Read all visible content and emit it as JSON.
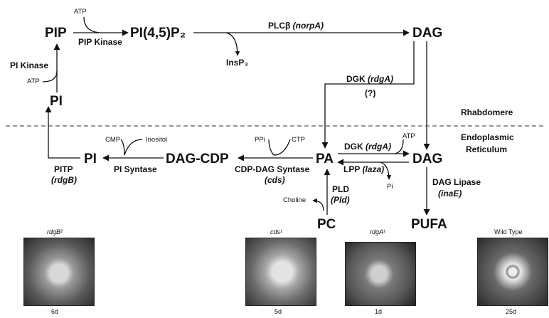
{
  "nodes": {
    "pip": "PIP",
    "pi45p2": "PI(4,5)P₂",
    "dag_top": "DAG",
    "insp3": "InsP₃",
    "pi": "PI",
    "pi_er": "PI",
    "dag_cdp": "DAG-CDP",
    "pa": "PA",
    "dag_er": "DAG",
    "pc": "PC",
    "pufa": "PUFA"
  },
  "labels": {
    "atp1": "ATP",
    "pip_kinase": "PIP Kinase",
    "plcb_name": "PLCβ",
    "plcb_gene": "(norpA)",
    "pi_kinase": "PI Kinase",
    "atp2": "ATP",
    "dgk_top_name": "DGK",
    "dgk_top_gene": "(rdgA)",
    "unknown": "(?)",
    "rhabdomere": "Rhabdomere",
    "er_line1": "Endoplasmic",
    "er_line2": "Reticulum",
    "cmp": "CMP",
    "inositol": "Inositol",
    "ppi": "PPi",
    "ctp": "CTP",
    "atp3": "ATP",
    "dgk_er_name": "DGK",
    "dgk_er_gene": "(rdgA)",
    "pitp_name": "PITP",
    "pitp_gene": "(rdgB)",
    "pi_synthase": "PI Syntase",
    "cdp_dag_synthase": "CDP-DAG Syntase",
    "cds_gene": "(cds)",
    "lpp_name": "LPP",
    "lpp_gene": "(laza)",
    "pi_phosphate": "Pi",
    "dag_lipase": "DAG Lipase",
    "inae_gene": "(inaE)",
    "pld_name": "PLD",
    "pld_gene": "(Pld)",
    "choline": "Choline"
  },
  "micrographs": [
    {
      "genotype": "rdgB²",
      "days": "6d",
      "tone": "#9a9a9a"
    },
    {
      "genotype": "cds¹",
      "days": "5d",
      "tone": "#a8a8a8"
    },
    {
      "genotype": "rdgA¹",
      "days": "1d",
      "tone": "#7a7a7a"
    },
    {
      "genotype": "Wild Type",
      "days": "25d",
      "tone": "#8a8a8a"
    }
  ],
  "colors": {
    "ink": "#111111",
    "membrane_line": "#333333"
  }
}
